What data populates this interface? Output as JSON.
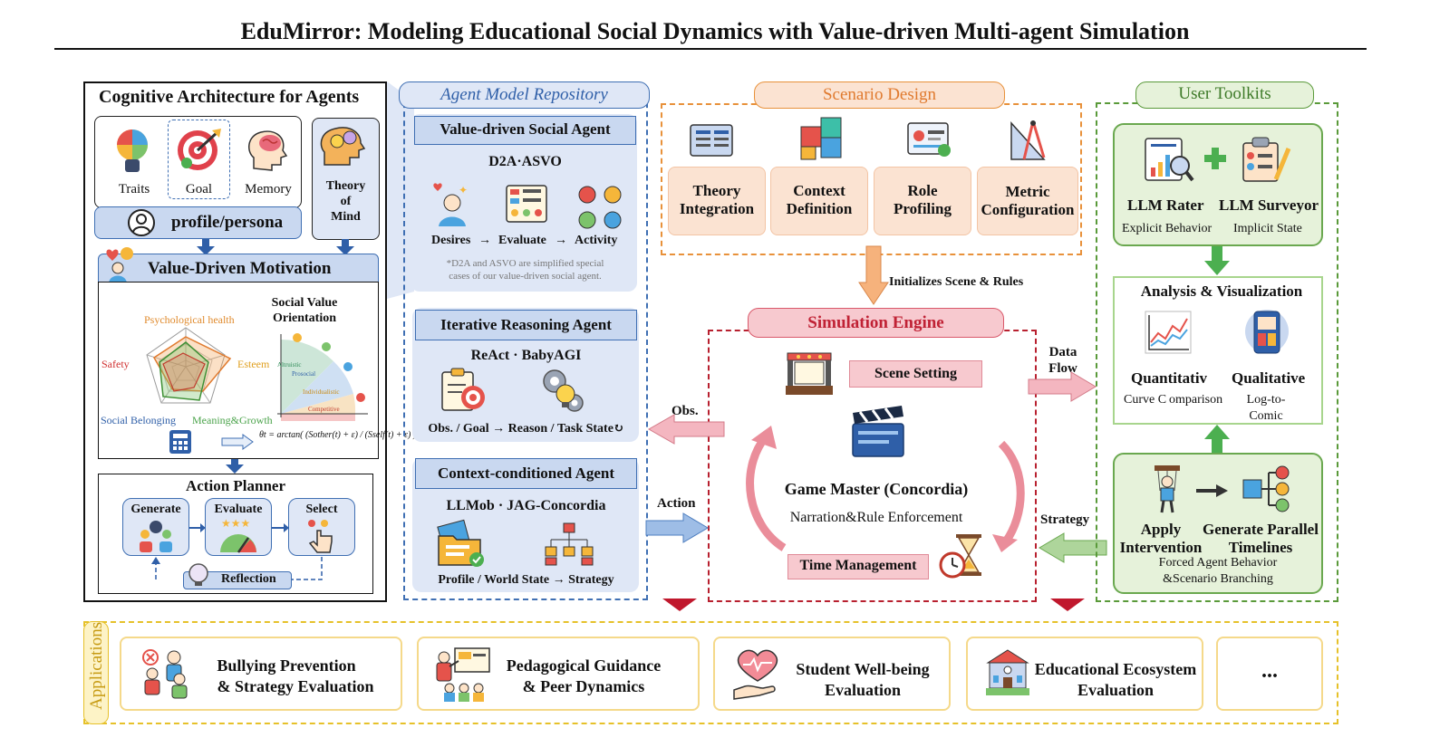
{
  "title": "EduMirror: Modeling Educational Social Dynamics with Value-driven Multi-agent Simulation",
  "cognitive": {
    "title": "Cognitive Architecture for Agents",
    "traits": "Traits",
    "goal": "Goal",
    "memory": "Memory",
    "theory_line1": "Theory",
    "theory_line2": "of",
    "theory_line3": "Mind",
    "profile": "profile/persona",
    "motivation": "Value-Driven Motivation",
    "radar_labels": {
      "top": "Psychological health",
      "right": "Esteem",
      "left": "Safety",
      "bottom_left": "Social Belonging",
      "bottom_right": "Meaning&Growth"
    },
    "svo_title_line1": "Social Value",
    "svo_title_line2": "Orientation",
    "svo_labels": [
      "Altruistic",
      "Prosocial",
      "Individualistic",
      "Competitive"
    ],
    "formula": "θt = arctan( (Sother(t) + ε) / (Sself(t) + ε) )",
    "planner_title": "Action Planner",
    "planner_steps": [
      "Generate",
      "Evaluate",
      "Select"
    ],
    "reflection": "Reflection"
  },
  "repository": {
    "title": "Agent Model Repository",
    "value_agent": {
      "title": "Value-driven Social Agent",
      "subtitle": "D2A·ASVO",
      "flow": [
        "Desires",
        "→",
        "Evaluate",
        "→",
        "Activity"
      ],
      "note_line1": "*D2A and ASVO are simplified special",
      "note_line2": "cases of our value-driven social agent."
    },
    "iterative_agent": {
      "title": "Iterative Reasoning Agent",
      "subtitle": "ReAct · BabyAGI",
      "flow": "Obs. / Goal → Reason / Task State↻"
    },
    "context_agent": {
      "title": "Context-conditioned Agent",
      "subtitle": "LLMob · JAG-Concordia",
      "flow": "Profile / World State → Strategy"
    }
  },
  "scenario": {
    "title": "Scenario Design",
    "cards": [
      {
        "line1": "Theory",
        "line2": "Integration"
      },
      {
        "line1": "Context",
        "line2": "Definition"
      },
      {
        "line1": "Role",
        "line2": "Profiling"
      },
      {
        "line1": "Metric",
        "line2": "Configuration"
      }
    ],
    "arrow_label": "Initializes Scene & Rules"
  },
  "engine": {
    "title": "Simulation Engine",
    "scene_setting": "Scene Setting",
    "game_master": "Game Master (Concordia)",
    "narration": "Narration&Rule Enforcement",
    "time_management": "Time Management",
    "obs_label": "Obs.",
    "action_label": "Action",
    "data_flow_line1": "Data",
    "data_flow_line2": "Flow",
    "strategy_label": "Strategy"
  },
  "toolkits": {
    "title": "User Toolkits",
    "rater": "LLM Rater",
    "rater_sub": "Explicit Behavior",
    "surveyor": "LLM Surveyor",
    "surveyor_sub": "Implicit State",
    "analysis_title": "Analysis & Visualization",
    "quant": "Quantitativ",
    "quant_sub_a": "Curve C",
    "quant_sub_b": "omparison",
    "qual": "Qualitative",
    "qual_sub_line1": "Log-to-",
    "qual_sub_line2": "Comic",
    "apply_line1": "Apply",
    "apply_line2": "Intervention",
    "generate_line1": "Generate Parallel",
    "generate_line2": "Timelines",
    "forced_line1": "Forced Agent Behavior",
    "forced_line2": "&Scenario Branching"
  },
  "applications": {
    "side_label": "Applications",
    "cards": [
      {
        "line1": "Bullying Prevention",
        "line2": "& Strategy Evaluation"
      },
      {
        "line1": "Pedagogical Guidance",
        "line2": "& Peer Dynamics"
      },
      {
        "line1": "Student Well-being",
        "line2": "Evaluation"
      },
      {
        "line1": "Educational Ecosystem",
        "line2": "Evaluation"
      }
    ],
    "more": "..."
  },
  "colors": {
    "black": "#111111",
    "blue_dash": "#3f6fb3",
    "orange_dash": "#e8913a",
    "red_dash": "#b8202f",
    "green_dash": "#5a9a3a",
    "yellow_dash": "#e6c12a",
    "repo_fill": "#dfe7f6",
    "scenario_fill": "#fbe3d2",
    "pink_fill": "#f7c9cf",
    "green_fill": "#e6f2da"
  }
}
